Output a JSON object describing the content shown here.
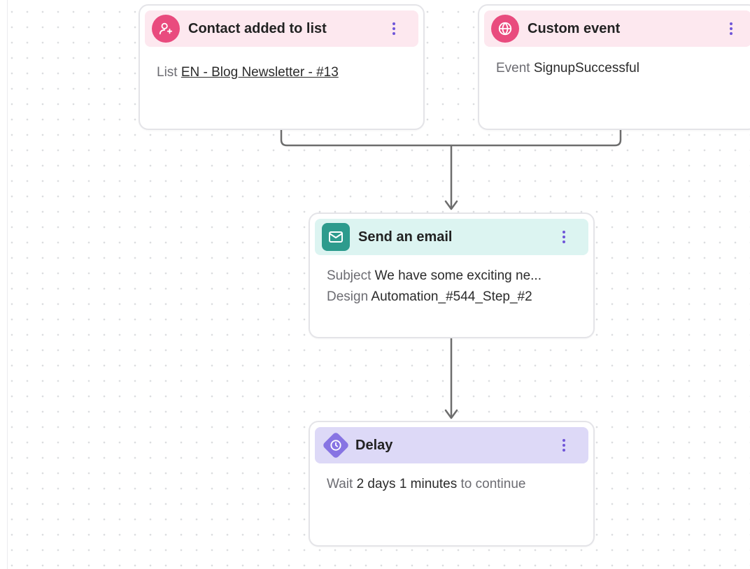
{
  "colors": {
    "pink_header": "#fde8ef",
    "pink_icon": "#e94b7e",
    "teal_header": "#dcf4f1",
    "teal_icon": "#2d9b8d",
    "purple_header": "#ddd9f7",
    "purple_icon": "#8774e3",
    "kebab": "#6f55d8",
    "connector": "#6d6d6d"
  },
  "trigger_contact": {
    "icon": "user-plus-icon",
    "title": "Contact added to list",
    "list_label": "List",
    "list_value": "EN - Blog Newsletter - #13"
  },
  "trigger_event": {
    "icon": "globe-icon",
    "title": "Custom event",
    "event_label": "Event",
    "event_value": "SignupSuccessful"
  },
  "send_email": {
    "icon": "mail-icon",
    "title": "Send an email",
    "subject_label": "Subject",
    "subject_value": "We have some exciting ne...",
    "design_label": "Design",
    "design_value": "Automation_#544_Step_#2"
  },
  "delay": {
    "icon": "clock-icon",
    "title": "Delay",
    "wait_label": "Wait",
    "wait_value": "2 days 1 minutes",
    "continue_label": "to continue"
  }
}
